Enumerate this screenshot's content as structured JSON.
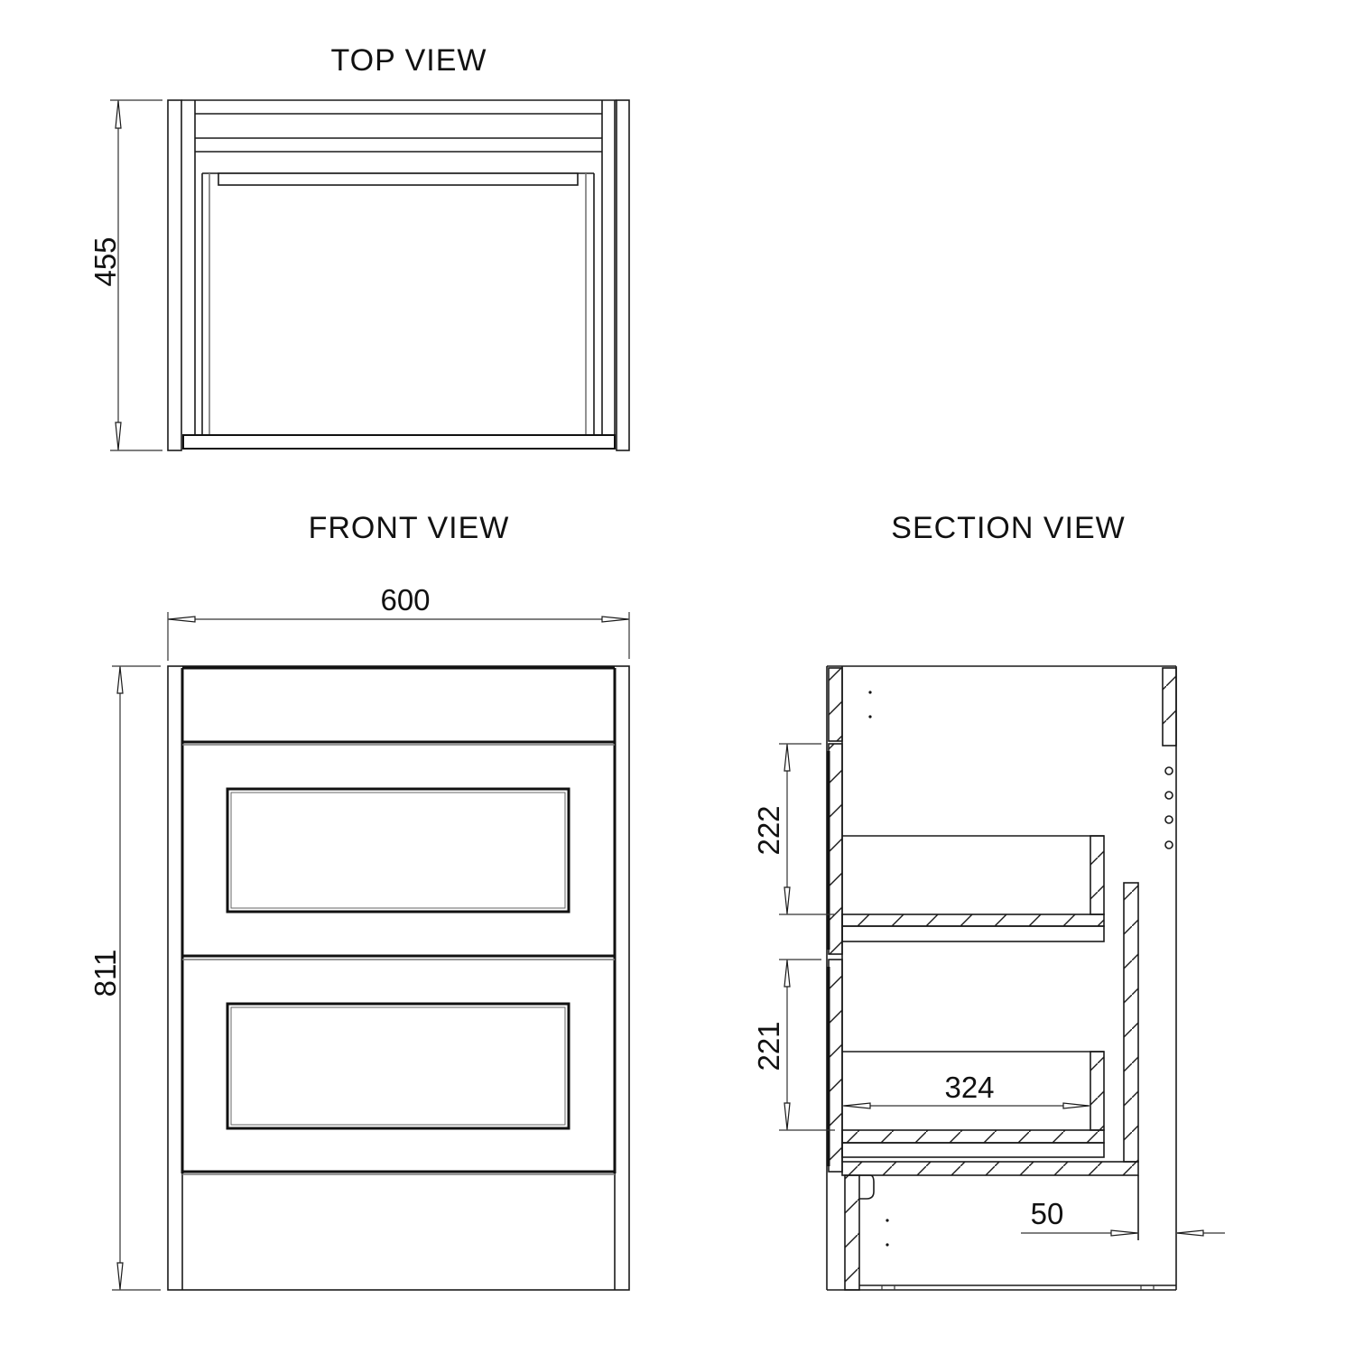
{
  "views": {
    "top": {
      "title": "TOP VIEW",
      "depth_dim": "455"
    },
    "front": {
      "title": "FRONT VIEW",
      "width_dim": "600",
      "height_dim": "811"
    },
    "section": {
      "title": "SECTION VIEW",
      "drawer1_height_dim": "222",
      "drawer2_height_dim": "221",
      "drawer_depth_dim": "324",
      "back_offset_dim": "50"
    }
  },
  "colors": {
    "line": "#1a1a1a",
    "background": "#ffffff"
  }
}
